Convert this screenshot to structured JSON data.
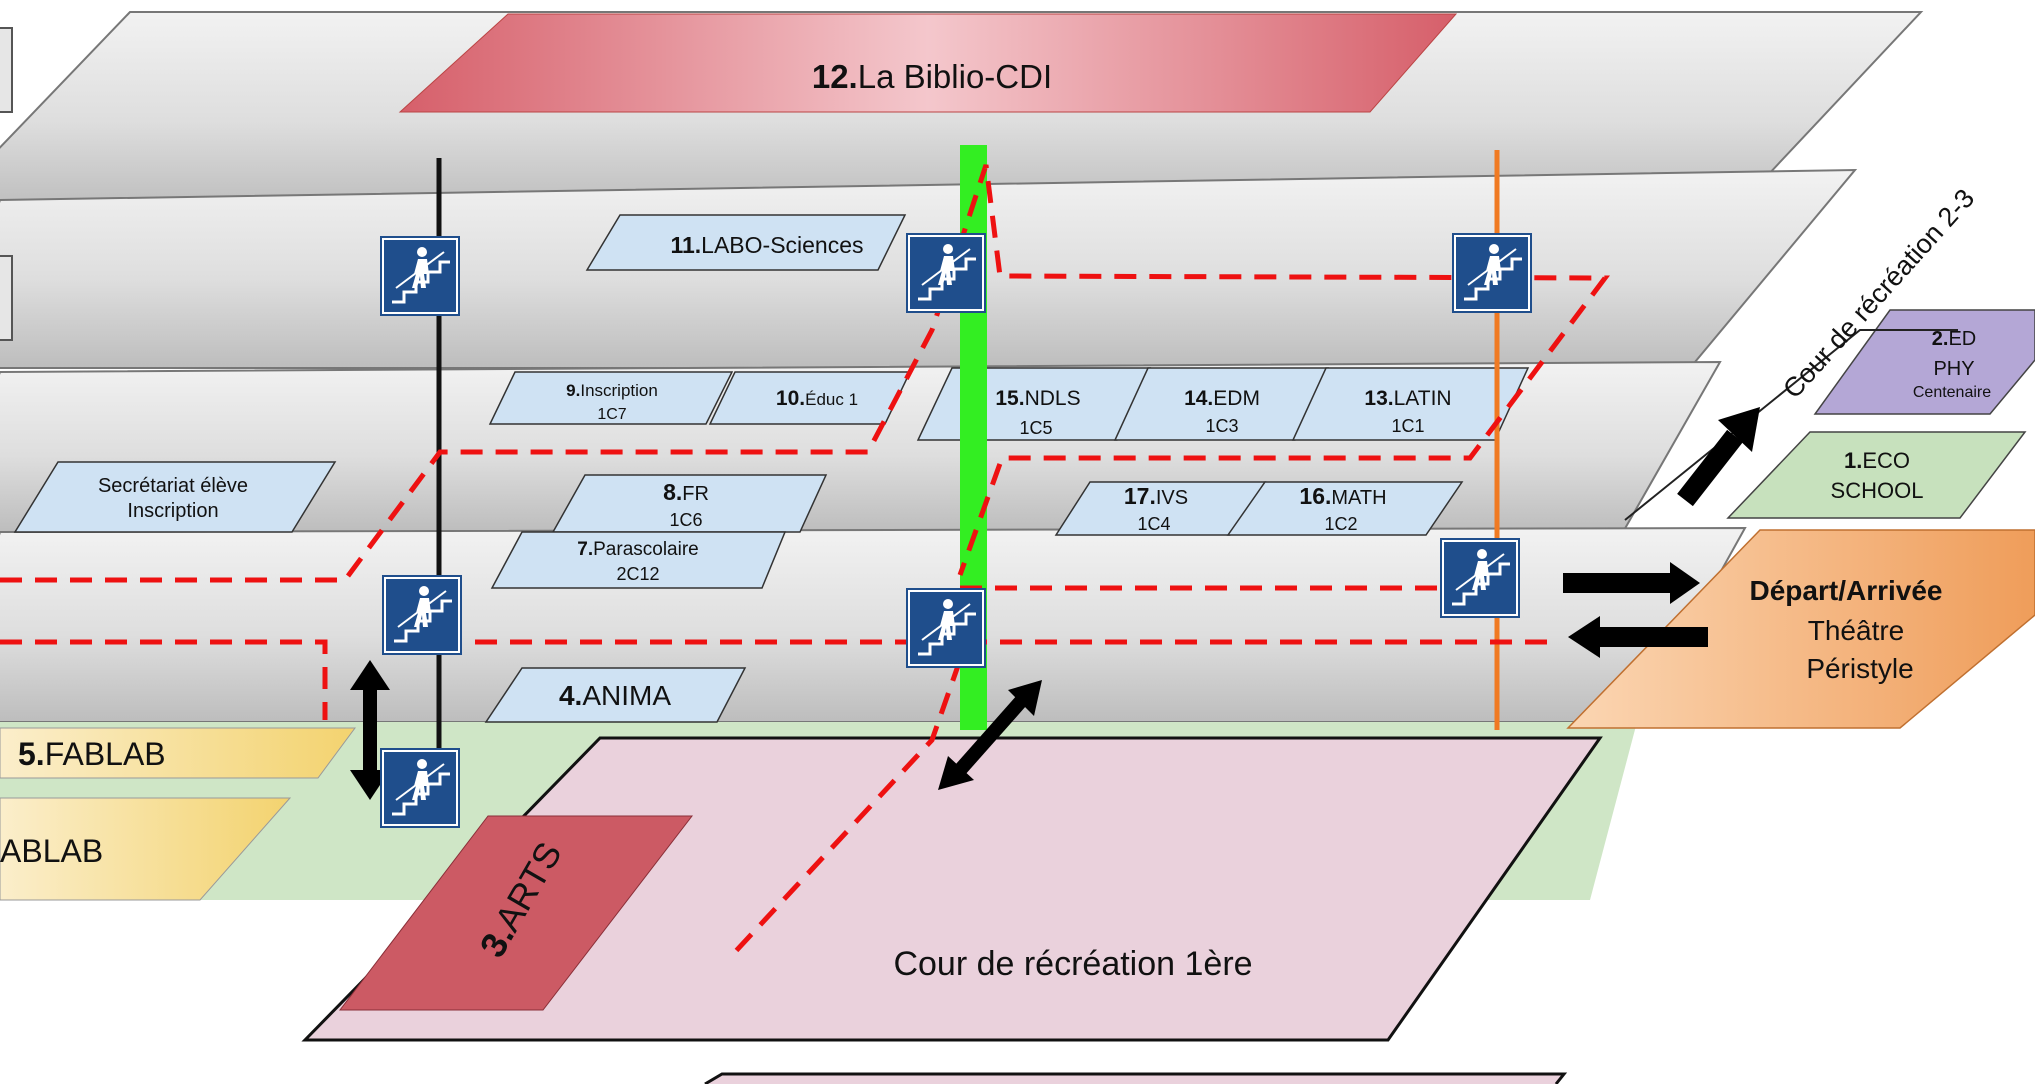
{
  "rooms": {
    "biblio": {
      "num": "12.",
      "name": "La Biblio-CDI"
    },
    "labo": {
      "num": "11.",
      "name": "LABO-Sciences"
    },
    "inscription": {
      "num": "9.",
      "name": "Inscription",
      "code": "1C7"
    },
    "educ": {
      "num": "10.",
      "name": "Éduc 1"
    },
    "ndls": {
      "num": "15.",
      "name": "NDLS",
      "code": "1C5"
    },
    "edm": {
      "num": "14.",
      "name": "EDM",
      "code": "1C3"
    },
    "latin": {
      "num": "13.",
      "name": "LATIN",
      "code": "1C1"
    },
    "secretariat": {
      "line1": "Secrétariat élève",
      "line2": "Inscription"
    },
    "fr": {
      "num": "8.",
      "name": "FR",
      "code": "1C6"
    },
    "parascolaire": {
      "num": "7.",
      "name": "Parascolaire",
      "code": "2C12"
    },
    "ivs": {
      "num": "17.",
      "name": "IVS",
      "code": "1C4"
    },
    "math": {
      "num": "16.",
      "name": "MATH",
      "code": "1C2"
    },
    "anima": {
      "num": "4.",
      "name": "ANIMA"
    },
    "fablab_upper": {
      "num": "5.",
      "name": "FABLAB"
    },
    "fablab_lower": {
      "name": "ABLAB"
    },
    "arts": {
      "num": "3.",
      "name": "ARTS"
    },
    "cour_1ere": {
      "name": "Cour de récréation 1ère"
    },
    "ed_phy": {
      "num": "2.",
      "name": "ED",
      "line2": "PHY",
      "line3": "Centenaire"
    },
    "eco_school": {
      "num": "1.",
      "name": "ECO",
      "line2": "SCHOOL"
    },
    "depart": {
      "title": "Départ/Arrivée",
      "line2": "Théâtre",
      "line3": "Péristyle"
    },
    "cour_23": {
      "name": "Cour de récréation 2-3"
    }
  },
  "icons": {
    "stairs": "stairs-person-icon",
    "arrow": "double-arrow-icon"
  },
  "colors": {
    "floor_grey": "#d9d9d9",
    "room_blue": "#cfe2f3",
    "biblio_red": "#d6707a",
    "fablab_yellow": "#f6dc8a",
    "fablab_green": "#cfe6c6",
    "arts_red": "#cc5a64",
    "cour_pink": "#ead1dc",
    "purple": "#b4a7d6",
    "eco_green": "#c7e1bd",
    "depart_orange": "#f3b179",
    "stairs_blue": "#1f4e8c",
    "route_red": "#ee1111",
    "green_line": "#33ee22",
    "orange_line": "#f07a22"
  }
}
